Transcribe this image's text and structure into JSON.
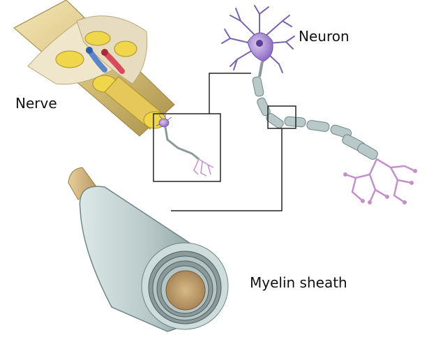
{
  "labels": {
    "nerve": "Nerve",
    "neuron": "Neuron",
    "myelin_sheath": "Myelin sheath"
  },
  "colors": {
    "nerve_outer": "#d8c27a",
    "nerve_sheath": "#e8dcc0",
    "fascicle": "#f0d64a",
    "vein": "#5b86c9",
    "artery": "#d94a5a",
    "neuron_body": "#a98bd6",
    "dendrite": "#7a64b0",
    "axon_terminal": "#c58fce",
    "myelin": "#b9c9c9",
    "axon_core": "#c9a86b",
    "box_line": "#222222"
  }
}
